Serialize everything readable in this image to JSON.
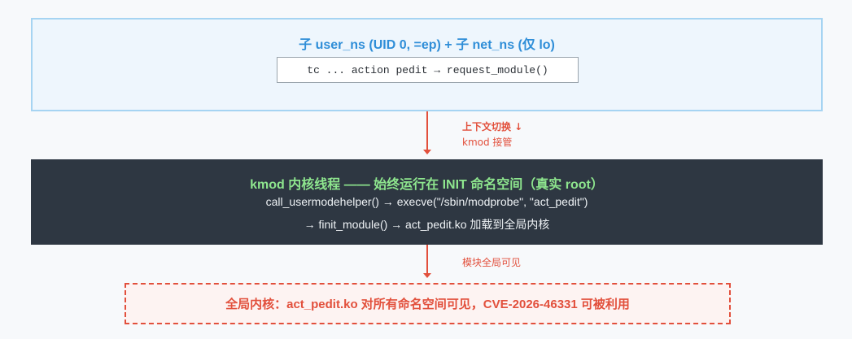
{
  "userns": {
    "title": "子 user_ns (UID 0, =ep) + 子 net_ns (仅 lo)",
    "command": "tc ... action pedit → request_module()"
  },
  "transition1": {
    "line1": "上下文切换 ↓",
    "line2": "kmod 接管"
  },
  "kmod": {
    "title": "kmod 内核线程 —— 始终运行在 INIT 命名空间（真实 root）",
    "line1": "call_usermodehelper() → execve(\"/sbin/modprobe\", \"act_pedit\")",
    "line2": "→ finit_module() → act_pedit.ko 加载到全局内核"
  },
  "transition2": {
    "line1": "模块全局可见"
  },
  "global": {
    "text": "全局内核：act_pedit.ko 对所有命名空间可见，CVE-2026-46331 可被利用"
  },
  "colors": {
    "accent_red": "#e2503c",
    "blue": "#2f8ed8",
    "green": "#8ee68e",
    "dark": "#2e3742"
  }
}
